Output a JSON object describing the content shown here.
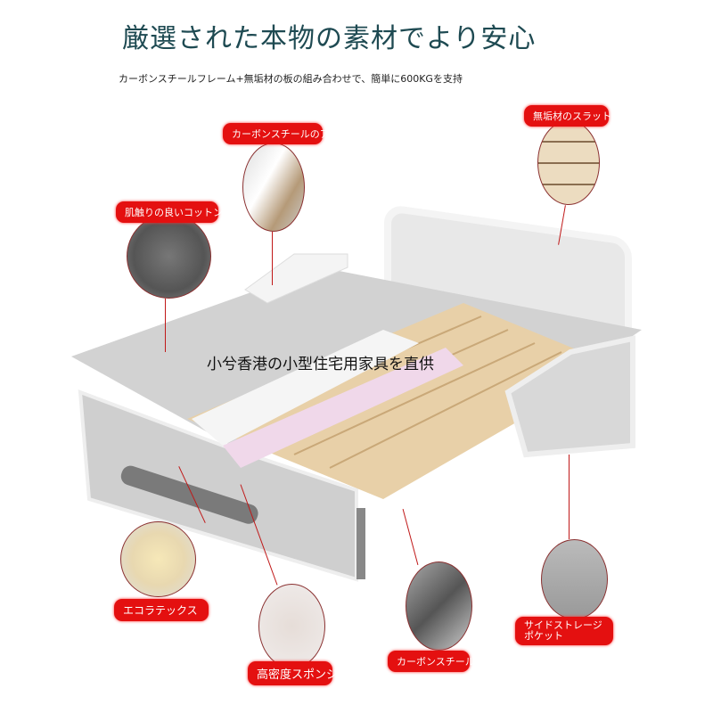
{
  "header": {
    "title": "厳選された本物の素材でより安心",
    "subtitle": "カーボンスチールフレーム+無垢材の板の組み合わせで、簡単に600KGを支持"
  },
  "callouts": {
    "armrest": "カーボンスチールのアームレスト",
    "slat": "無垢材のスラットフレーム",
    "cotton": "肌触りの良いコットンリネ",
    "latex": "エコラテックス",
    "sponge": "高密度スポンジ",
    "frame": "カーボンスチールフレーム",
    "pocket": "サイドストレージポケット"
  },
  "overlay": "小兮香港の小型住宅用家具を直供",
  "colors": {
    "tag": "#e41010",
    "title": "#1e4a52"
  }
}
